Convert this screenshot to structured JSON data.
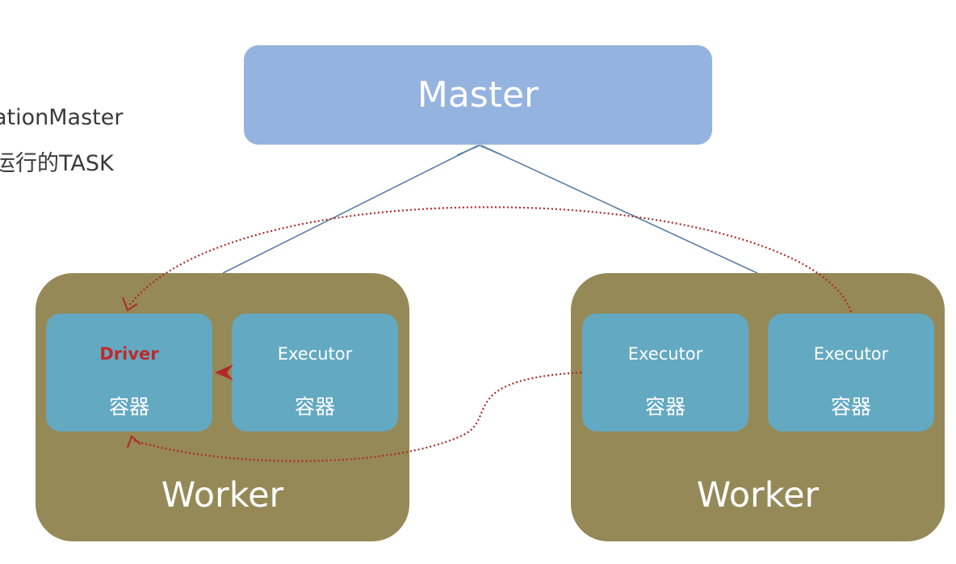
{
  "text_lines": [
    "ationMaster",
    "运行的TASK"
  ],
  "master": {
    "label": "Master"
  },
  "workers": [
    {
      "label": "Worker"
    },
    {
      "label": "Worker"
    }
  ],
  "containers": [
    {
      "title": "Driver",
      "subtitle": "容器"
    },
    {
      "title": "Executor",
      "subtitle": "容器"
    },
    {
      "title": "Executor",
      "subtitle": "容器"
    },
    {
      "title": "Executor",
      "subtitle": "容器"
    }
  ],
  "colors": {
    "master": "#95b3df",
    "worker": "#958957",
    "container": "#63a9c2",
    "driver_text": "#c0292b",
    "connector": "#5b7fa6",
    "dotted_arrow": "#b0282a"
  }
}
